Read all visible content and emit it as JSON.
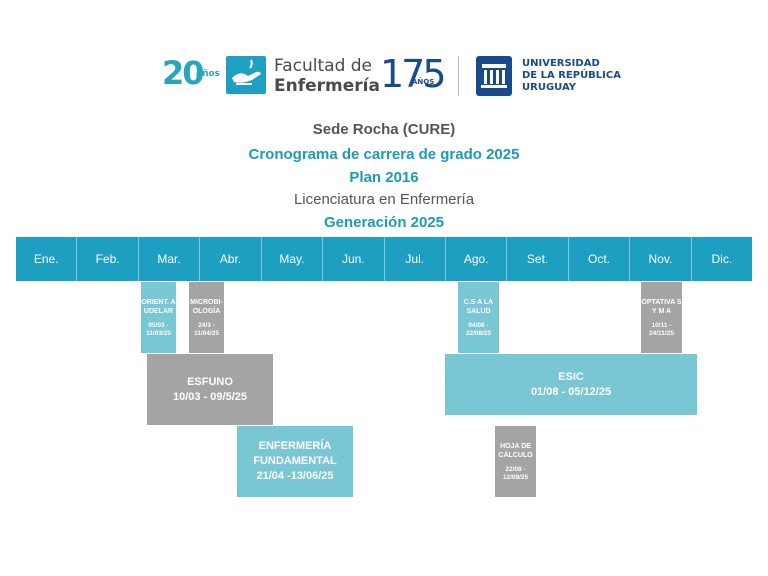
{
  "header": {
    "logo_20_number": "20",
    "logo_20_suffix": "años",
    "facultad_line1": "Facultad de",
    "facultad_line2": "Enfermería",
    "logo_175_number": "175",
    "logo_175_suffix": "AÑOS",
    "udelar_line1": "UNIVERSIDAD",
    "udelar_line2": "DE LA REPÚBLICA",
    "udelar_line3": "URUGUAY"
  },
  "titles": {
    "sede": "Sede Rocha (CURE)",
    "cronograma": "Cronograma de carrera de grado 2025",
    "plan": "Plan 2016",
    "licenciatura": "Licenciatura en Enfermería",
    "generacion": "Generación 2025"
  },
  "months": [
    "Ene.",
    "Feb.",
    "Mar.",
    "Abr.",
    "May.",
    "Jun.",
    "Jul.",
    "Ago.",
    "Set.",
    "Oct.",
    "Nov.",
    "Dic."
  ],
  "courses": {
    "orient": {
      "name": "ORIENT. A UDELAR",
      "dates": "05/03 - 11/03/25"
    },
    "microbio": {
      "name": "MICROBI-OLOGÍA",
      "dates": "24/3 - 11/04/25"
    },
    "esfuno": {
      "name": "ESFUNO",
      "dates": "10/03 - 09/5/25"
    },
    "enf_fund": {
      "name": "ENFERMERÍA FUNDAMENTAL",
      "dates": "21/04 -13/06/25"
    },
    "csalud": {
      "name": "C.S A LA SALUD",
      "dates": "04/08 - 22/08/25"
    },
    "esic": {
      "name": "ESIC",
      "dates": "01/08 - 05/12/25"
    },
    "hoja": {
      "name": "HOJA DE CÁLCULO",
      "dates": "22/08 - 12/09/25"
    },
    "optativa": {
      "name": "OPTATIVA S Y M A",
      "dates": "10/11 - 24/11/25"
    }
  },
  "colors": {
    "accent": "#1c9fc0",
    "teal_block": "#79c6d4",
    "gray_block": "#a4a4a4",
    "navy": "#1a4a8c"
  }
}
